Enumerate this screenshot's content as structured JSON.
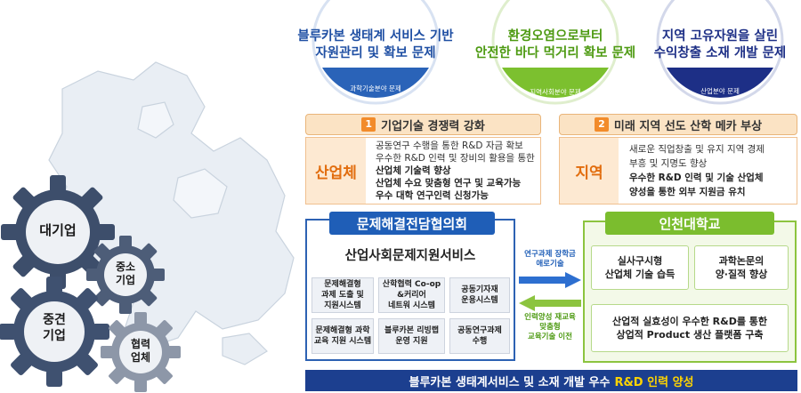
{
  "issues": [
    {
      "title_line1": "블루카본 생태계 서비스 기반",
      "title_line2": "자원관리 및 확보 문제",
      "tag": "과학기술분야 문제",
      "ring_color": "#2a63b8",
      "text_color": "#1f4fa3"
    },
    {
      "title_line1": "환경오염으로부터",
      "title_line2": "안전한 바다 먹거리 확보 문제",
      "tag": "지역사회분야 문제",
      "ring_color": "#7cc02f",
      "text_color": "#4d9a12"
    },
    {
      "title_line1": "지역 고유자원을 살린",
      "title_line2": "수익창출 소재 개발 문제",
      "tag": "산업분야 문제",
      "ring_color": "#1d2f86",
      "text_color": "#1d2f86"
    }
  ],
  "goals": [
    {
      "number": "1",
      "title": "기업기술 경쟁력 강화",
      "side_label": "산업체",
      "lines": [
        {
          "text": "공동연구 수행을 통한 R&D 자금 확보",
          "bold": false
        },
        {
          "text": "우수한 R&D 인력 및 장비의 활용을 통한",
          "bold": false
        },
        {
          "text": "산업체 기술력 향상",
          "bold": true
        },
        {
          "text": "산업체 수요 맞춤형 연구 및 교육가능",
          "bold": true
        },
        {
          "text": "우수 대학 연구인력 신청가능",
          "bold": true
        }
      ]
    },
    {
      "number": "2",
      "title": "미래 지역 선도 산학 메카 부상",
      "side_label": "지역",
      "lines": [
        {
          "text": "새로운 직업창출 및 유지 지역 경제",
          "bold": false
        },
        {
          "text": "부흥 및 지명도 향상",
          "bold": false
        },
        {
          "text": "우수한 R&D 인력 및 기술 산업체",
          "bold": true
        },
        {
          "text": "양성을 통한 외부 지원금 유치",
          "bold": true
        }
      ]
    }
  ],
  "gears": {
    "large": "대기업",
    "medium_small": "중소\n기업",
    "middle": "중견\n기업",
    "partner": "협력\n업체"
  },
  "council": {
    "title": "문제해결전담협의회",
    "subtitle": "산업사회문제지원서비스",
    "services": [
      "문제해결형\n과제 도출 및\n지원시스템",
      "산학협력 Co-op\n&커리어\n네트워 시스템",
      "공동기자재\n운용시스템",
      "문제해결형 과학\n교육 지원 시스템",
      "블루카본 리빙랩\n운영 지원",
      "공동연구과제\n수행"
    ]
  },
  "arrows": {
    "to_university": "연구과제 장학금\n애로기술",
    "to_council": "인력양성 재교육\n맞춤형\n교육기술 이전"
  },
  "university": {
    "title": "인천대학교",
    "cells": [
      "실사구시형\n산업체 기술 습득",
      "과학논문의\n양·질적 향상",
      "산업적 실효성이 우수한 R&D를 통한\n상업적 Product 생산 플랫폼 구축"
    ]
  },
  "banner": {
    "text": "블루카본 생태계서비스 및 소재 개발 우수",
    "highlight": "R&D 인력 양성"
  }
}
